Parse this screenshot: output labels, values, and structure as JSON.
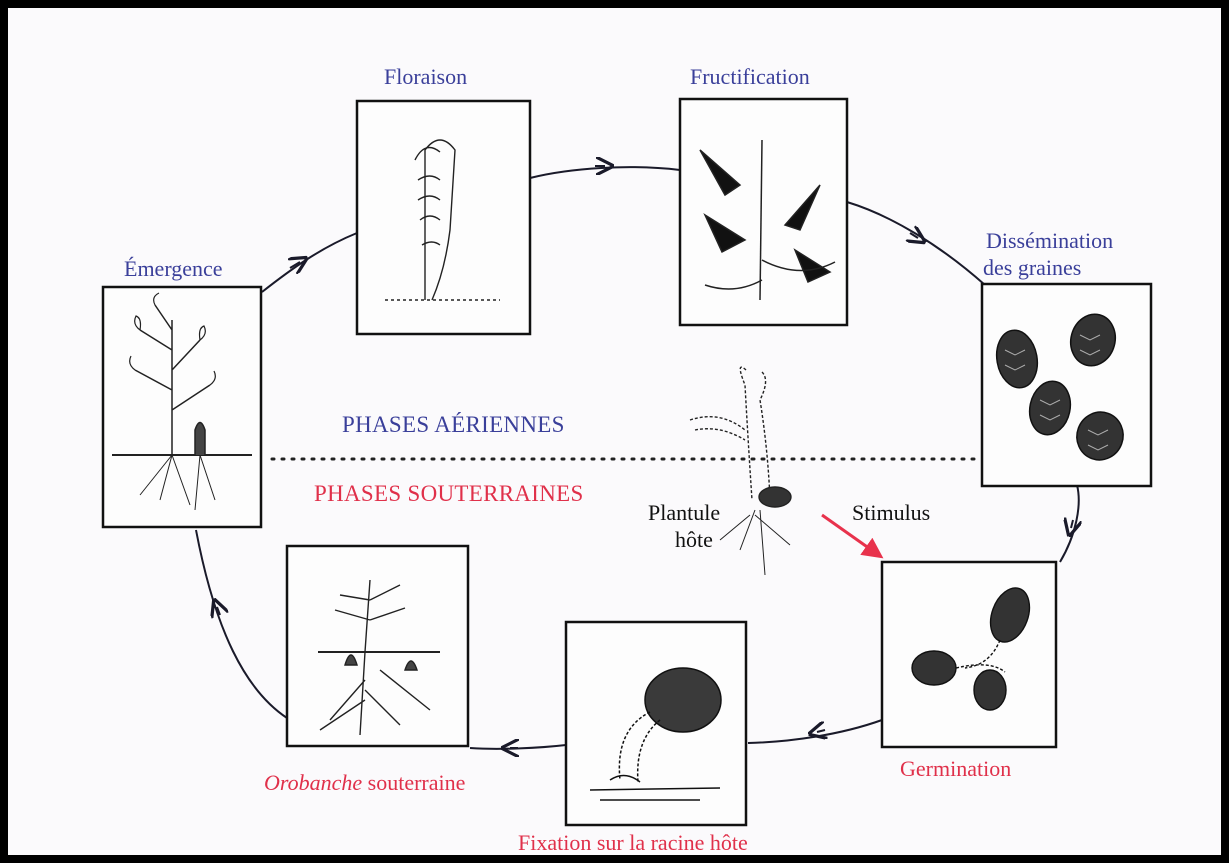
{
  "labels": {
    "floraison": "Floraison",
    "fructification": "Fructification",
    "dissemination_line1": "Dissémination",
    "dissemination_line2": "des graines",
    "emergence": "Émergence",
    "phases_aeriennes": "PHASES AÉRIENNES",
    "phases_souterraines": "PHASES SOUTERRAINES",
    "plantule_line1": "Plantule",
    "plantule_line2": "hôte",
    "stimulus": "Stimulus",
    "germination": "Germination",
    "fixation": "Fixation sur la racine hôte",
    "orobanche_italic": "Orobanche",
    "orobanche_rest": " souterraine"
  },
  "colors": {
    "aerial_text": "#3a3f9a",
    "underground_text": "#e0304a",
    "stimulus_arrow": "#e8324c",
    "cycle_line": "#1a1a2a"
  },
  "icons": [
    "emergence-plant-drawing",
    "flowering-plant-drawing",
    "fruiting-stem-drawing",
    "seeds-drawing",
    "germination-drawing",
    "fixation-drawing",
    "underground-orobanche-drawing",
    "host-seedling-drawing"
  ]
}
